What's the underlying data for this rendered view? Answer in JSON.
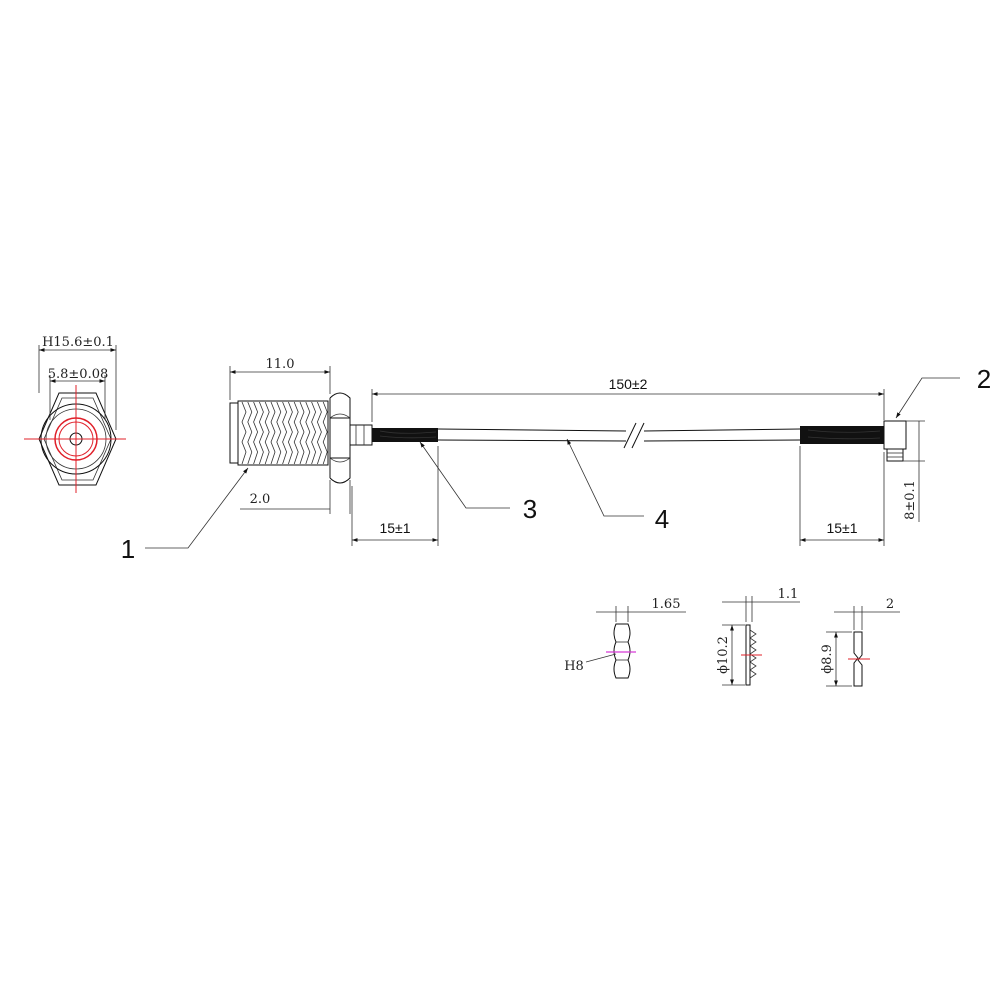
{
  "front_view": {
    "hex_dim": "H15.6±0.1",
    "inner_dim": "5.8±0.08"
  },
  "side_view": {
    "body_length": "11.0",
    "flange": "2.0"
  },
  "cable": {
    "length": "150±2",
    "left_boot": "15±1",
    "right_boot": "15±1",
    "right_connector_height": "8±0.1"
  },
  "callouts": [
    "1",
    "2",
    "3",
    "4"
  ],
  "hardware": {
    "nut_thickness": "1.65",
    "nut_size": "H8",
    "lock_washer_thickness": "1.1",
    "lock_washer_diameter": "ϕ10.2",
    "washer_thickness": "2",
    "washer_diameter": "ϕ8.9"
  },
  "colors": {
    "line": "#111111",
    "center_mark": "#e0202a",
    "magenta_mark": "#d63ad6"
  }
}
